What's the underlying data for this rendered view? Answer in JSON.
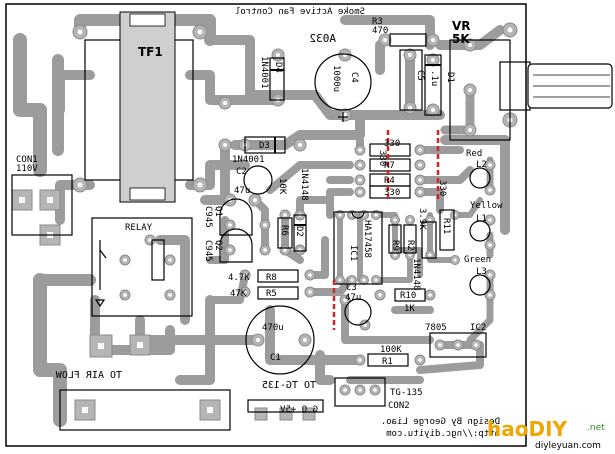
{
  "board": {
    "title": "Smoke Active Fan Control",
    "code": "A032",
    "credit": "Design By George Liao.",
    "url": "http://ngc.diyitu.com",
    "to_air_flow": "TO AIR FLOW",
    "to_tg": "TO TG-135",
    "power_label": "G  O  +5V"
  },
  "components": {
    "tf1": "TF1",
    "vr": "VR",
    "vr_value": "5K",
    "r3": "R3",
    "r3_value": "470",
    "d1": "D1",
    "c4": "C4",
    "c4_value": "1000u",
    "c5": "C5",
    "c5_value": ".1u",
    "d4": "D4",
    "d4_value": "1N4001",
    "d3": "D3",
    "d3_value": "1N4001",
    "con1": "CON1",
    "con1_value": "110V",
    "c2": "C2",
    "c2_value": "47u",
    "r10k": "10K",
    "d_1n4148": "1N4148",
    "q1": "Q1",
    "q1_value": "C945",
    "q2": "Q2",
    "q2_value": "C945",
    "r6": "R6",
    "d2": "D2",
    "relay": "RELAY",
    "r7": "R7",
    "r7_value": "330",
    "r4": "R4",
    "r4_value": "330",
    "r_330_top": "330",
    "r_330_right": "330",
    "ic1": "IC1",
    "ic1_value": "HA17458",
    "r9": "R9",
    "r2": "R2",
    "r_3_9k": "3.9K",
    "r11": "R11",
    "d_1n4148_2": "1N4148",
    "l2": "L2",
    "l2_color": "Red",
    "l1": "L1",
    "l1_color": "Yellow",
    "l3": "L3",
    "l3_color": "Green",
    "r8": "R8",
    "r8_value": "4.7K",
    "r5": "R5",
    "r5_value": "47K",
    "c3": "C3",
    "c3_value": "47u",
    "r10": "R10",
    "r10_value": "1K",
    "c1": "C1",
    "c1_value": "470u",
    "ic2": "IC2",
    "ic2_value": "7805",
    "r1": "R1",
    "r1_value": "100K",
    "con2": "CON2",
    "con2_value": "TG-135"
  },
  "watermark": {
    "logo": "haoDIY",
    "tld": ".net",
    "sub": "diyleyuan.com"
  },
  "colors": {
    "trace": "#9c9c9c",
    "pad": "#b5b5b5",
    "jumper": "#d42222",
    "silk": "#000000",
    "watermark": "#f0a500"
  }
}
